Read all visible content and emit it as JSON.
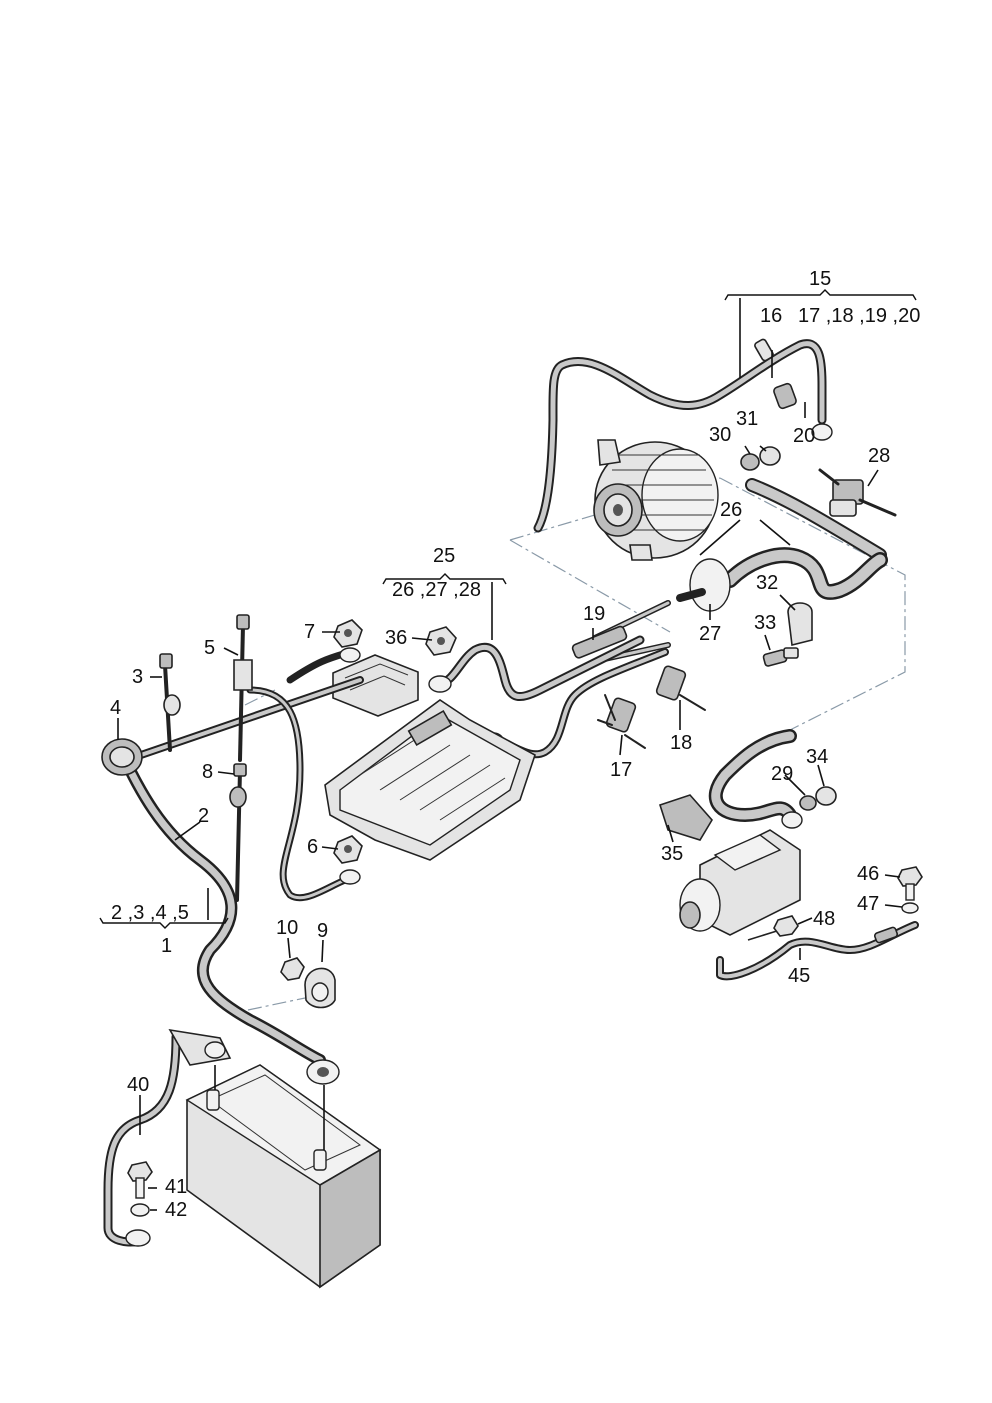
{
  "diagram": {
    "callouts": {
      "c1": "1",
      "c2": "2",
      "c2345": "2 ,3 ,4 ,5",
      "c3": "3",
      "c4": "4",
      "c5": "5",
      "c6": "6",
      "c7": "7",
      "c8": "8",
      "c9": "9",
      "c10": "10",
      "c15": "15",
      "c16": "16",
      "c17_20": "17 ,18 ,19 ,20",
      "c17": "17",
      "c18": "18",
      "c19": "19",
      "c20": "20",
      "c25": "25",
      "c26_28": "26 ,27 ,28",
      "c26": "26",
      "c27": "27",
      "c28": "28",
      "c29": "29",
      "c30": "30",
      "c31": "31",
      "c32": "32",
      "c33": "33",
      "c34": "34",
      "c35": "35",
      "c36": "36",
      "c40": "40",
      "c41": "41",
      "c42": "42",
      "c45": "45",
      "c46": "46",
      "c47": "47",
      "c48": "48"
    }
  }
}
